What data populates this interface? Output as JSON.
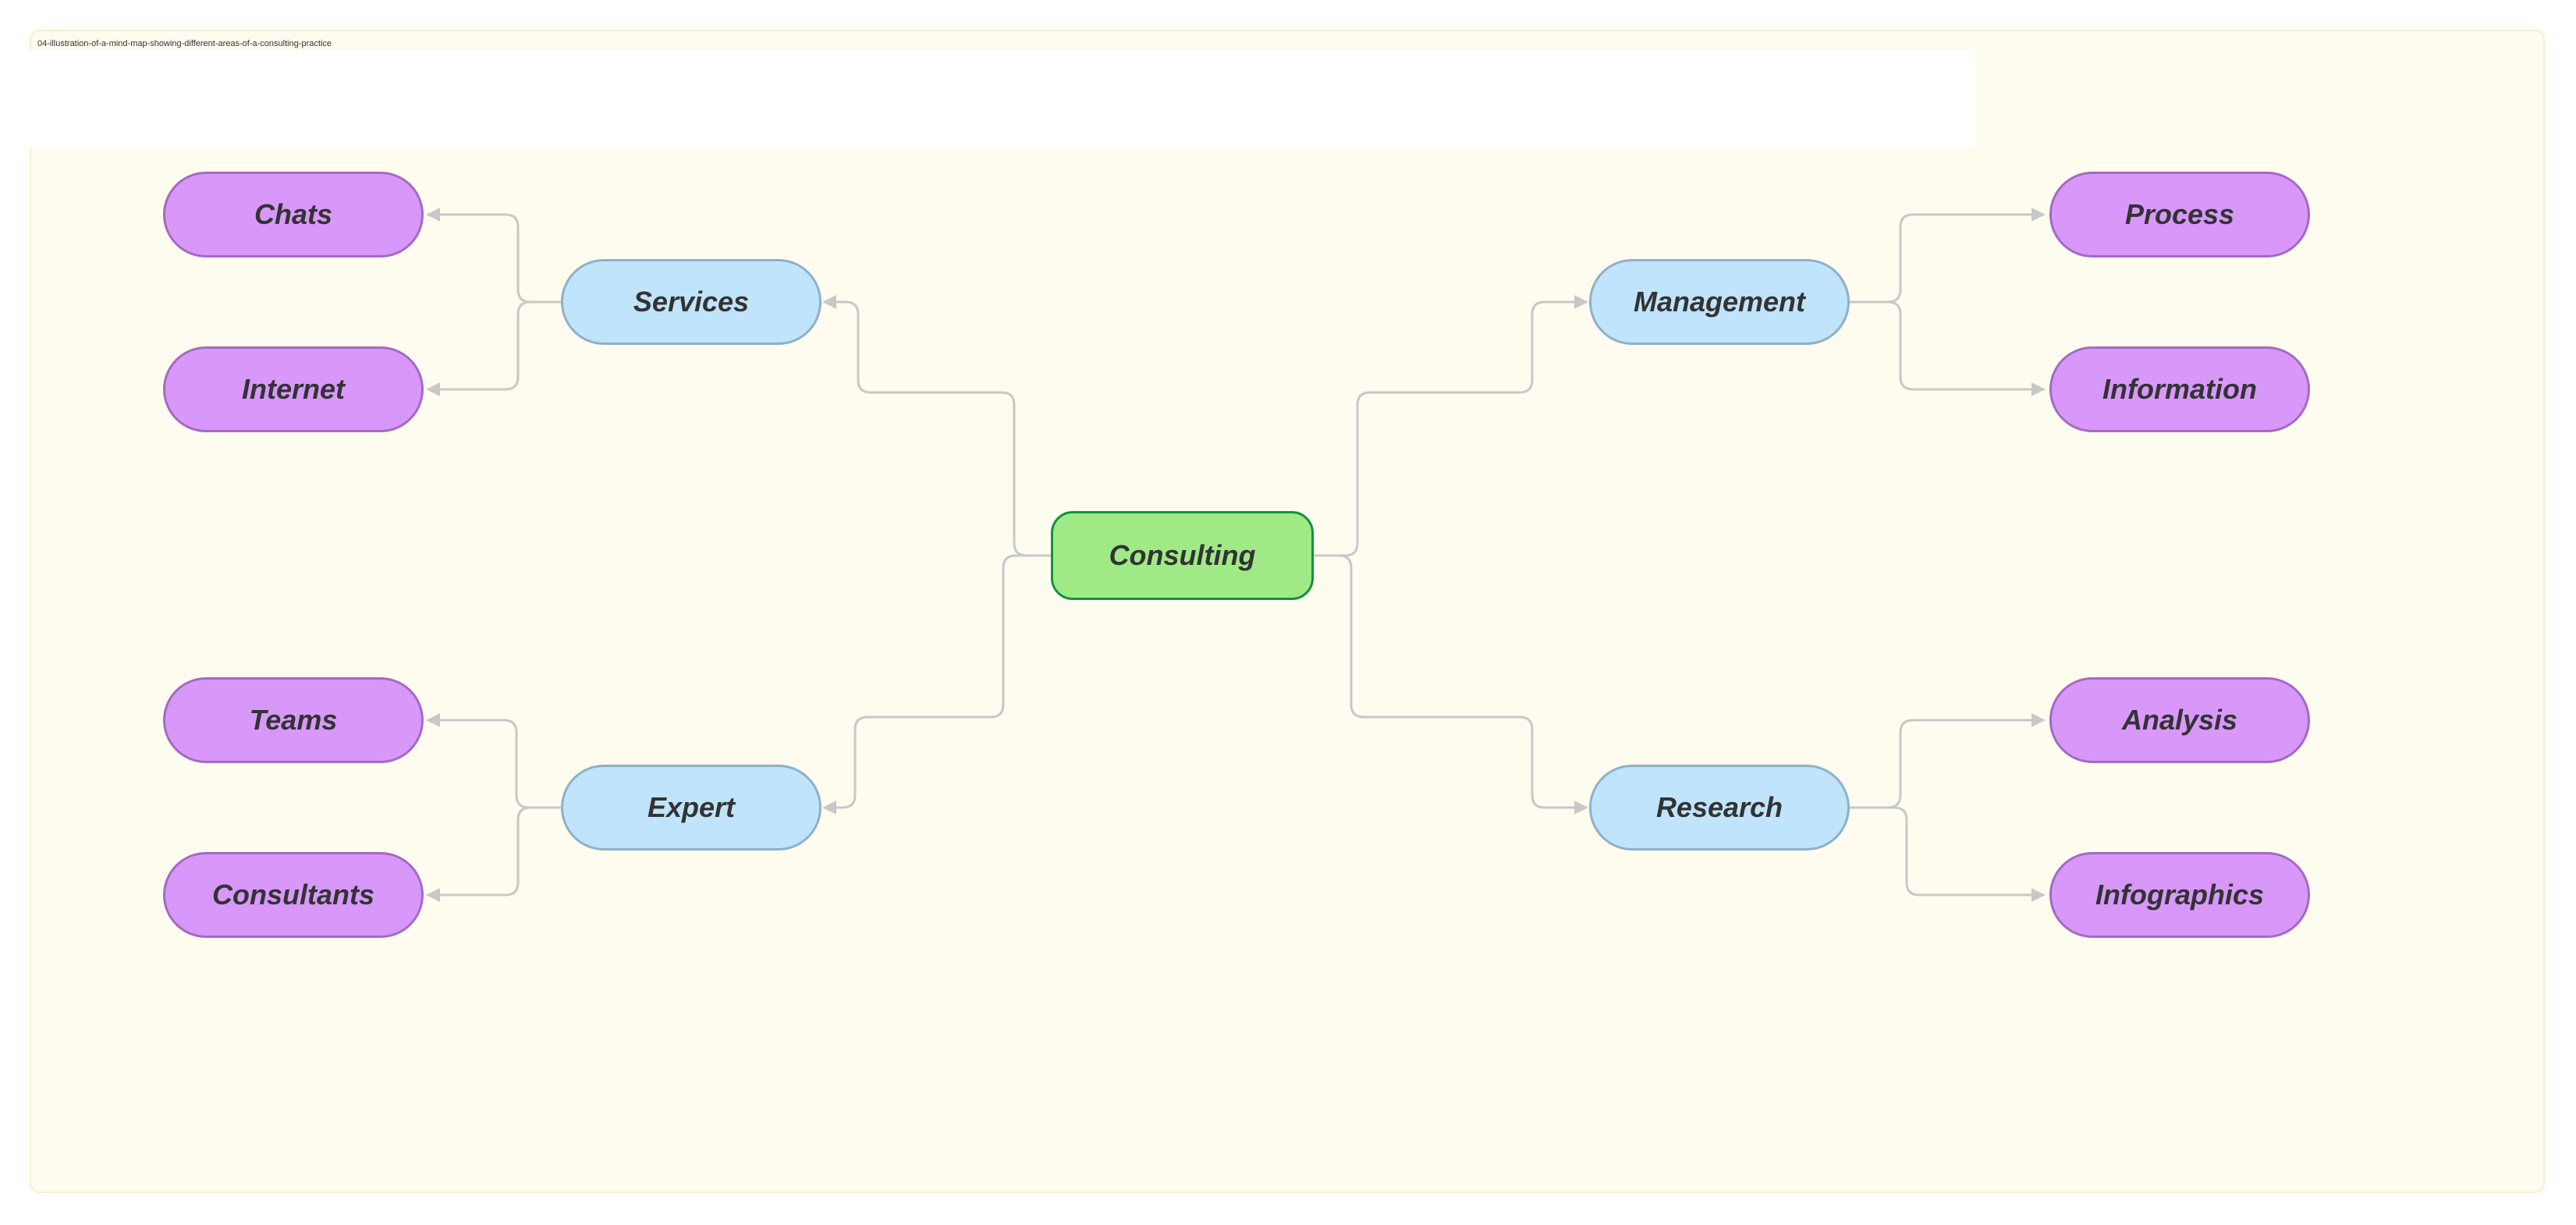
{
  "frame": {
    "label": "04-illustration-of-a-mind-map-showing-different-areas-of-a-consulting-practice"
  },
  "colors": {
    "root_fill": "#a0ea86",
    "root_border": "#10943a",
    "mid_fill": "#c0e4fc",
    "mid_border": "#8fb0c9",
    "leaf_fill": "#d898fa",
    "leaf_border": "#a46ac2",
    "connector": "#c8c8c8",
    "background": "#fefbef"
  },
  "mindmap": {
    "root": "Consulting",
    "branches": {
      "services": {
        "label": "Services",
        "children": [
          "Chats",
          "Internet"
        ]
      },
      "expert": {
        "label": "Expert",
        "children": [
          "Teams",
          "Consultants"
        ]
      },
      "management": {
        "label": "Management",
        "children": [
          "Process",
          "Information"
        ]
      },
      "research": {
        "label": "Research",
        "children": [
          "Analysis",
          "Infographics"
        ]
      }
    }
  }
}
